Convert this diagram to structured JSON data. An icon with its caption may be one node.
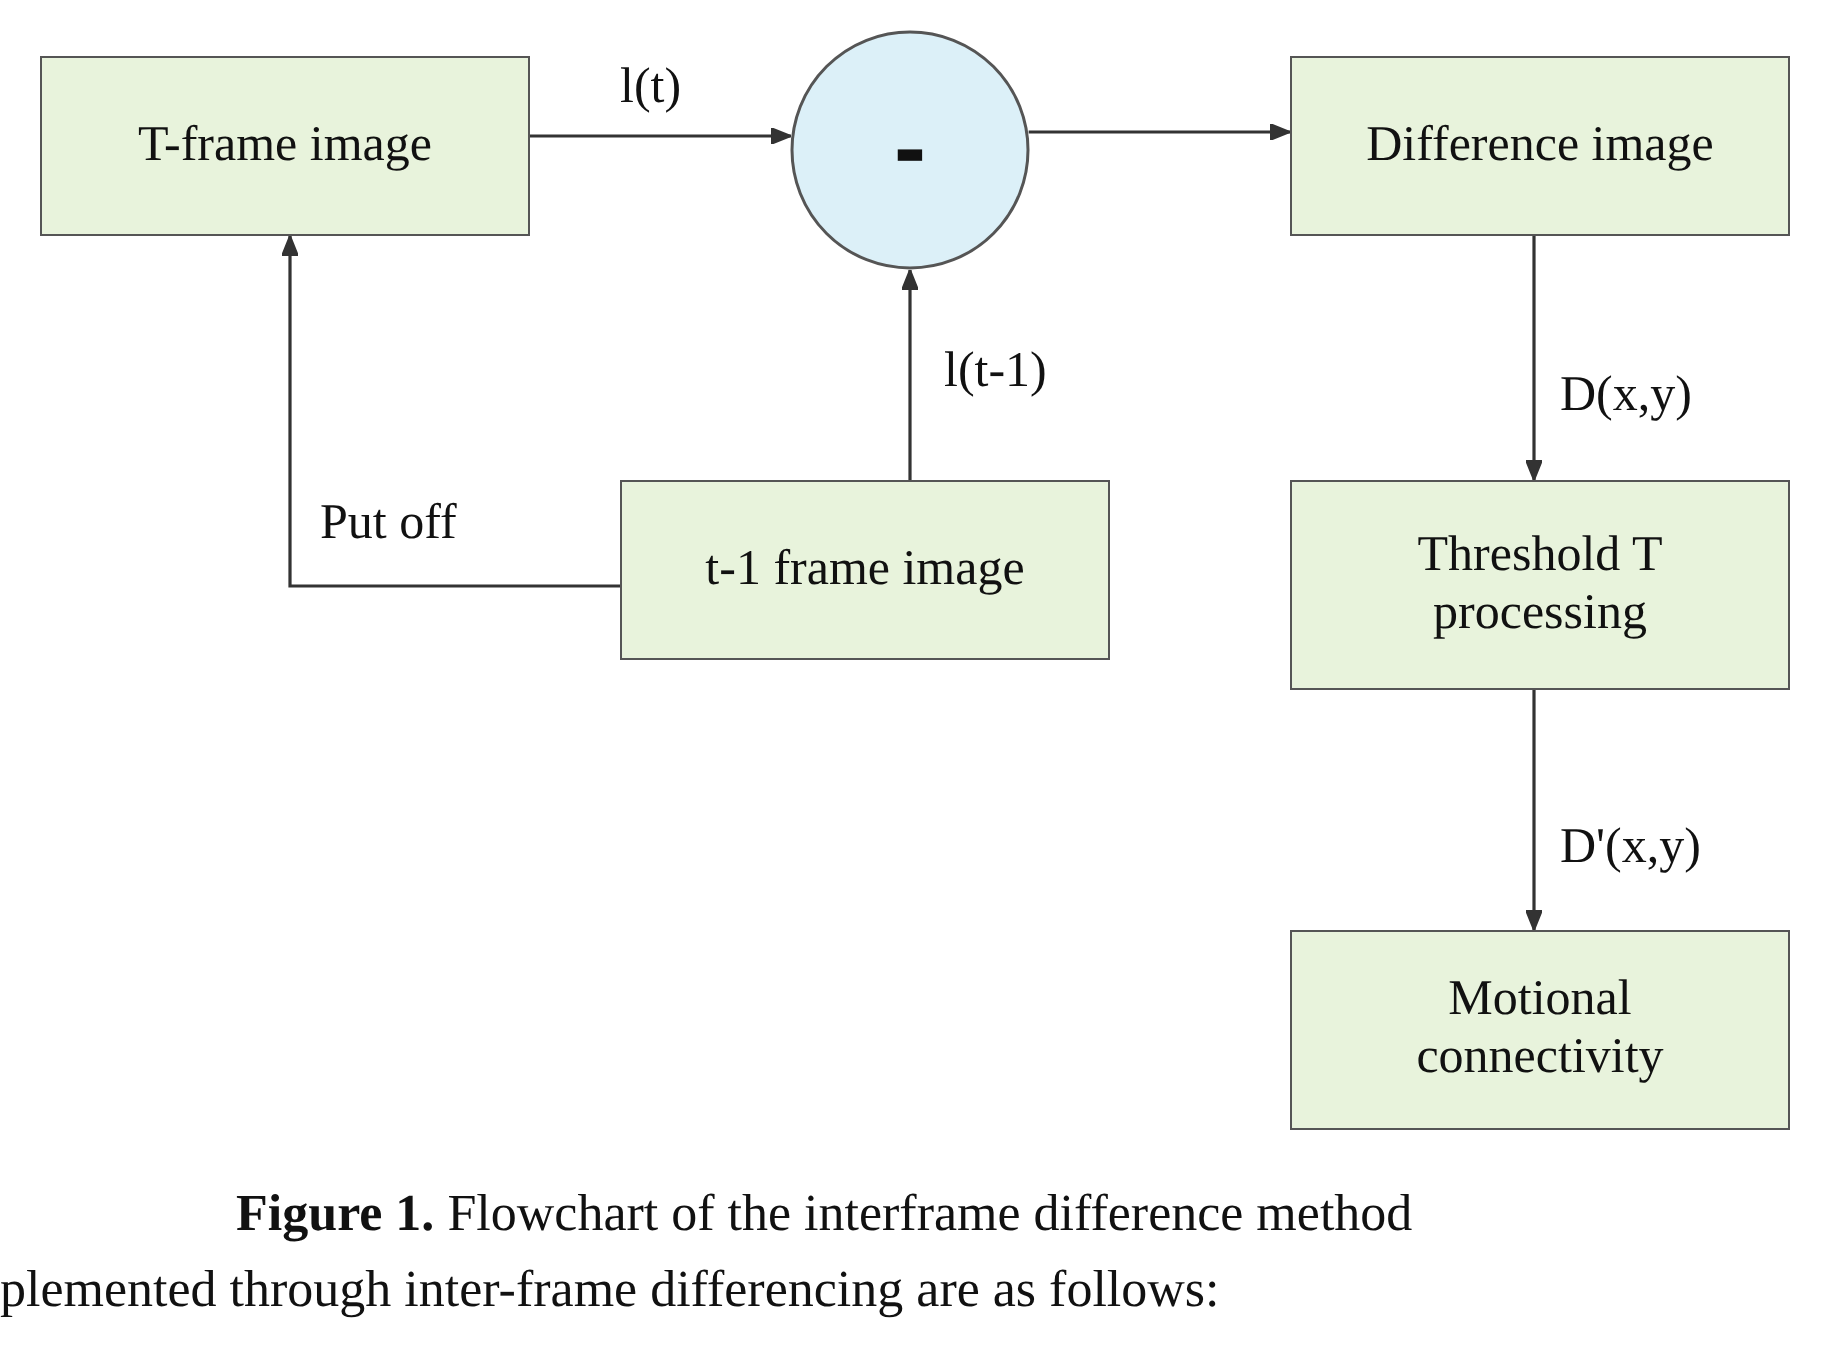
{
  "diagram": {
    "caption": "**Figure 1.** Flowchart of the interframe difference method",
    "nodes": [
      {
        "text": [
          "T-frame image"
        ]
      },
      {
        "text": [
          "-"
        ]
      },
      {
        "text": [
          "Difference image"
        ]
      },
      {
        "text": [
          "t-1 frame image"
        ]
      },
      {
        "text": [
          "Threshold T processing"
        ]
      },
      {
        "text": [
          "Motional connectivity"
        ]
      }
    ],
    "edges": [
      {
        "from": 0,
        "to": 1,
        "arrow": "to",
        "label": "l(t)"
      },
      {
        "from": 1,
        "to": 2,
        "arrow": "to"
      },
      {
        "from": 3,
        "to": 1,
        "arrow": "to",
        "label": "l(t-1)"
      },
      {
        "from": 3,
        "to": 0,
        "arrow": "to",
        "label": "Put off"
      },
      {
        "from": 2,
        "to": 4,
        "arrow": "to",
        "label": "D(x,y)"
      },
      {
        "from": 4,
        "to": 5,
        "arrow": "to",
        "label": "D'(x,y)"
      }
    ],
    "labels": [
      "plemented through inter-frame differencing are as follows:"
    ]
  }
}
